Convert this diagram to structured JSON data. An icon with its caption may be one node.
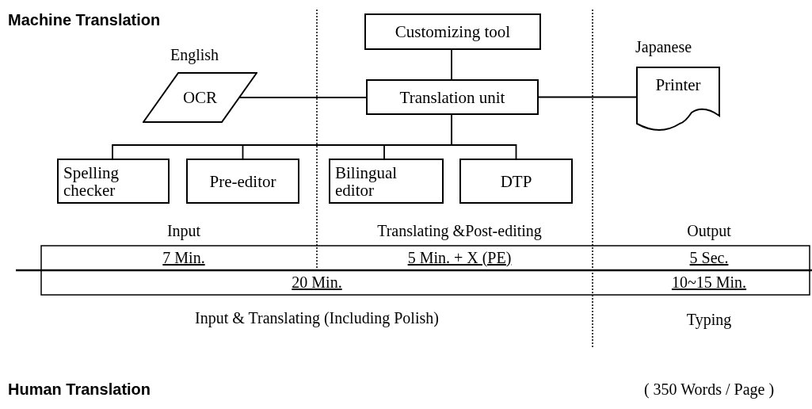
{
  "diagram": {
    "nodes": [
      {
        "text": [
          "Customizing tool"
        ]
      },
      {
        "text": [
          "OCR"
        ],
        "beside": [
          "English"
        ]
      },
      {
        "text": [
          "Translation unit"
        ]
      },
      {
        "text": [
          "Printer"
        ],
        "beside": [
          "Japanese"
        ]
      },
      {
        "text": [
          "Spelling checker"
        ]
      },
      {
        "text": [
          "Pre-editor"
        ]
      },
      {
        "text": [
          "Bilingual editor"
        ]
      },
      {
        "text": [
          "DTP"
        ]
      }
    ],
    "edges": [
      {
        "from": 0,
        "to": 2,
        "arrow": "none"
      },
      {
        "from": 1,
        "to": 2,
        "arrow": "none"
      },
      {
        "from": 2,
        "to": 3,
        "arrow": "none"
      },
      {
        "from": 2,
        "to": 4,
        "arrow": "none"
      },
      {
        "from": 2,
        "to": 5,
        "arrow": "none"
      },
      {
        "from": 2,
        "to": 6,
        "arrow": "none"
      },
      {
        "from": 2,
        "to": 7,
        "arrow": "none"
      }
    ],
    "labels": [
      "Machine Translation",
      "Input",
      "Translating &Post-editing",
      "Output",
      "7 Min.",
      "5 Min. + X (PE)",
      "5 Sec.",
      "20 Min.",
      "10~15 Min.",
      "Input & Translating (Including Polish)",
      "Typing",
      "Human Translation",
      "( 350 Words / Page )"
    ]
  }
}
